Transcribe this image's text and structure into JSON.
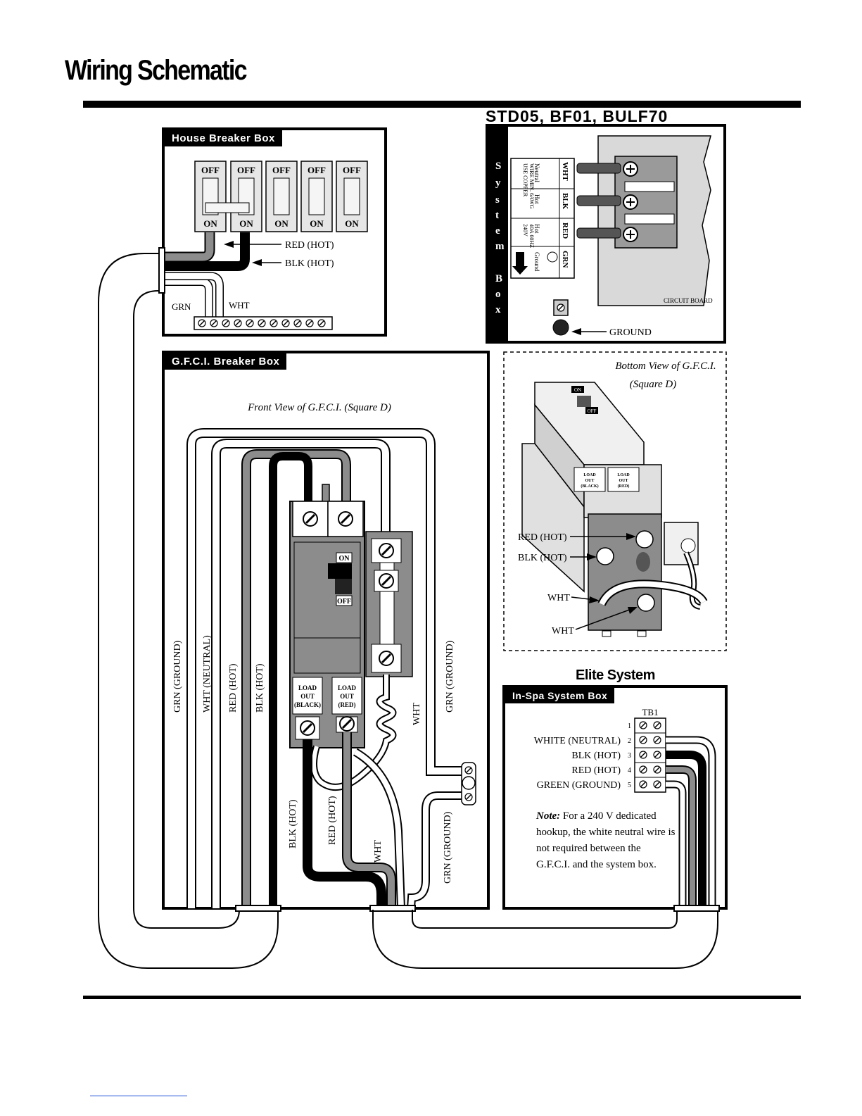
{
  "page_title": "Wiring Schematic",
  "model_label": "STD05, BF01, BULF70",
  "elite_title": "Elite System",
  "house_breaker_box": {
    "header": "House Breaker Box",
    "breaker_off": [
      "OFF",
      "OFF",
      "OFF",
      "OFF",
      "OFF"
    ],
    "breaker_on": [
      "ON",
      "ON",
      "ON",
      "ON",
      "ON"
    ],
    "red_label": "RED (HOT)",
    "blk_label": "BLK (HOT)",
    "grn_label": "GRN",
    "wht_label": "WHT"
  },
  "system_box": {
    "side_label": "System Box",
    "terminal_labels": {
      "wht": "WHT",
      "blk": "BLK",
      "red": "RED",
      "grn": "GRN"
    },
    "row_labels": [
      "Neutral",
      "Hot",
      "Hot",
      "Ground"
    ],
    "spec_line1": "USE COPPER",
    "spec_line2": "WIRE MIN. 6AWG",
    "rating_line1": "240V",
    "rating_line2": "40A 60HZ",
    "circuit_board": "CIRCUIT BOARD",
    "ground_label": "GROUND"
  },
  "gfci_box": {
    "header": "G.F.C.I. Breaker Box",
    "front_view": "Front View of G.F.C.I. (Square D)",
    "on": "ON",
    "off": "OFF",
    "load_out_black": [
      "LOAD",
      "OUT",
      "(BLACK)"
    ],
    "load_out_red": [
      "LOAD",
      "OUT",
      "(RED)"
    ],
    "wire_labels": {
      "grn_ground": "GRN (GROUND)",
      "wht_neutral": "WHT (NEUTRAL)",
      "red_hot": "RED (HOT)",
      "blk_hot": "BLK (HOT)",
      "wht": "WHT",
      "grn_ground_right": "GRN (GROUND)",
      "blk_hot_lower": "BLK (HOT)",
      "red_hot_lower": "RED (HOT)",
      "wht_lower": "WHT",
      "grn_ground_lower": "GRN (GROUND)"
    }
  },
  "bottom_view": {
    "title_line1": "Bottom View of G.F.C.I.",
    "title_line2": "(Square D)",
    "on": "ON",
    "off": "OFF",
    "load_out_black": [
      "LOAD",
      "OUT",
      "(BLACK)"
    ],
    "load_out_red": [
      "LOAD",
      "OUT",
      "(RED)"
    ],
    "red_hot": "RED (HOT)",
    "blk_hot": "BLK (HOT)",
    "wht_1": "WHT",
    "wht_2": "WHT"
  },
  "in_spa_box": {
    "header": "In-Spa System Box",
    "tb_label": "TB1",
    "terminals": [
      {
        "num": "1",
        "label": ""
      },
      {
        "num": "2",
        "label": "WHITE (NEUTRAL)"
      },
      {
        "num": "3",
        "label": "BLK (HOT)"
      },
      {
        "num": "4",
        "label": "RED (HOT)"
      },
      {
        "num": "5",
        "label": "GREEN (GROUND)"
      }
    ],
    "note_head": "Note:",
    "note_body": "For a 240 V dedicated hookup, the white neutral wire is not required between the G.F.C.I. and the system box."
  },
  "colors": {
    "black_wire": "#000000",
    "red_wire": "#7a7a7a",
    "panel_gray": "#8c8c8c",
    "light_gray": "#d9d9d9"
  }
}
